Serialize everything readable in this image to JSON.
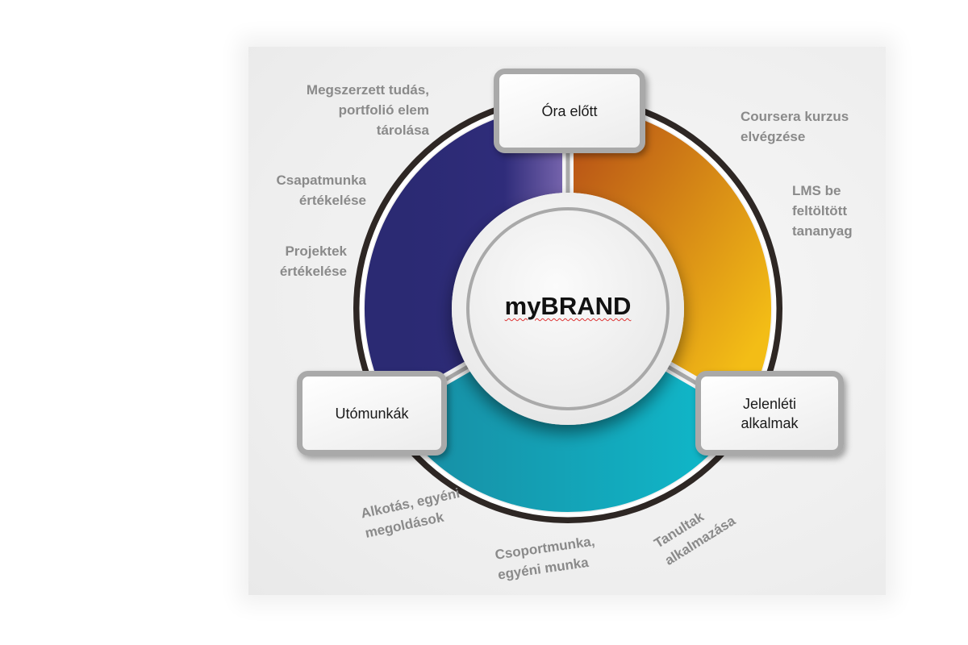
{
  "center": {
    "title": "myBRAND"
  },
  "stages": [
    {
      "label": "Óra előtt",
      "color_from": "#b85316",
      "color_to": "#f3bd16"
    },
    {
      "label": "Jelenléti alkalmak",
      "color_from": "#1592a8",
      "color_to": "#12b4c6"
    },
    {
      "label": "Utómunkák",
      "color_from": "#2b2a73",
      "color_to": "#7b68b0"
    }
  ],
  "labels": {
    "before": [
      "Coursera kurzus elvégzése",
      "LMS be feltöltött tananyag"
    ],
    "after": [
      "Megszerzett tudás, portfolió elem tárolása",
      "Csapatmunka értékelése",
      "Projektek értékelése"
    ],
    "during": [
      "Alkotás, egyéni megoldások",
      "Csoportmunka, egyéni munka",
      "Tanultak alkalmazása"
    ]
  }
}
